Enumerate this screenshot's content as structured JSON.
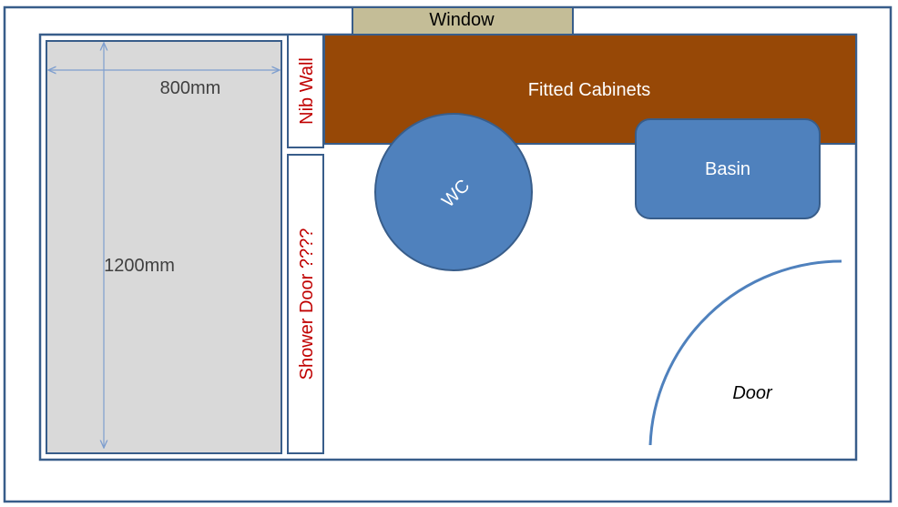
{
  "labels": {
    "window": "Window",
    "fitted_cabinets": "Fitted Cabinets",
    "nib_wall": "Nib Wall",
    "shower_door": "Shower Door ????",
    "wc": "WC",
    "basin": "Basin",
    "door": "Door",
    "shower_width": "800mm",
    "shower_length": "1200mm"
  },
  "colors": {
    "outline": "#385D8A",
    "window_fill": "#C4BD97",
    "cabinet_fill": "#974806",
    "fixture_fill": "#4F81BD",
    "shower_fill": "#D9D9D9",
    "dimension_line": "#7F9FCF",
    "warning_text": "#C00000",
    "white_text": "#FFFFFF",
    "dark_text": "#000000"
  }
}
